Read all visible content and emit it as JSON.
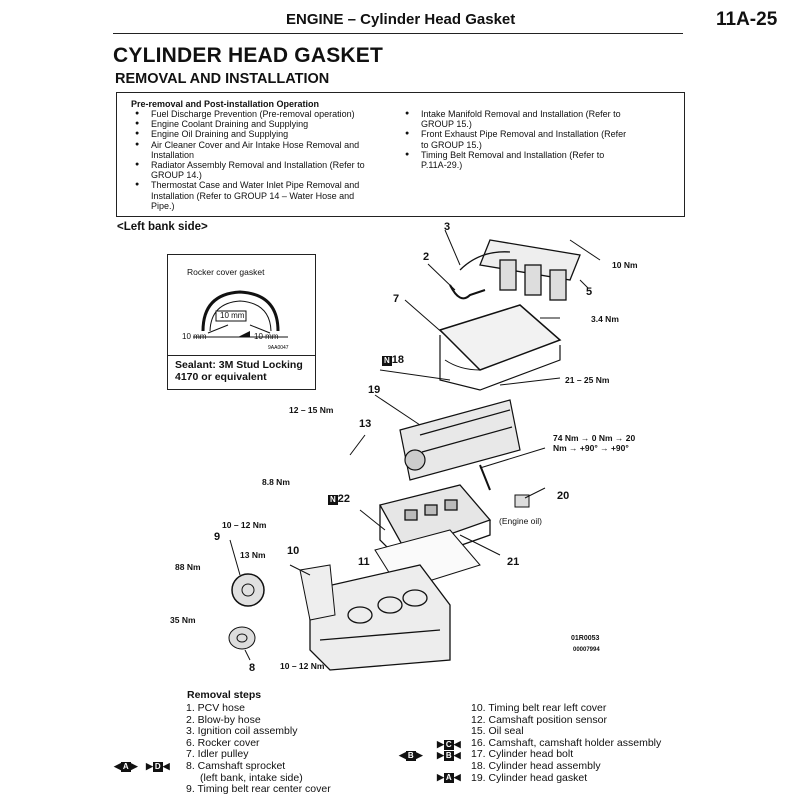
{
  "header": {
    "title": "ENGINE – Cylinder Head Gasket",
    "page": "11A-25"
  },
  "title": "CYLINDER HEAD GASKET",
  "subtitle": "REMOVAL AND INSTALLATION",
  "pre_removal": {
    "heading": "Pre-removal and Post-installation Operation",
    "left": [
      "Fuel Discharge Prevention (Pre-removal operation)",
      "Engine Coolant Draining and Supplying",
      "Engine Oil Draining and Supplying",
      "Air Cleaner Cover and Air Intake Hose Removal and Installation",
      "Radiator Assembly Removal and Installation (Refer to GROUP 14.)",
      "Thermostat Case and Water Inlet Pipe Removal and Installation (Refer to GROUP 14 – Water Hose and Pipe.)"
    ],
    "right": [
      "Intake Manifold Removal and Installation (Refer to GROUP 15.)",
      "Front Exhaust Pipe Removal and Installation (Refer to GROUP 15.)",
      "Timing Belt Removal and Installation (Refer to P.11A-29.)"
    ]
  },
  "section_label": "<Left bank side>",
  "inset": {
    "title": "Rocker cover gasket",
    "dim_top": "10 mm",
    "dim_left": "10 mm",
    "dim_right": "10 mm",
    "code": "9AA0047",
    "sealant": "Sealant: 3M Stud Locking 4170 or equivalent"
  },
  "callouts": {
    "n3": "3",
    "n2": "2",
    "n5": "5",
    "n7": "7",
    "n18": "18",
    "n19": "19",
    "n13": "13",
    "n22": "22",
    "n9": "9",
    "n10": "10",
    "n11": "11",
    "n20": "20",
    "n21": "21",
    "n8": "8",
    "torque_10nm": "10 Nm",
    "torque_34nm": "3.4 Nm",
    "torque_2125": "21 – 25 Nm",
    "torque_1215": "12 – 15 Nm",
    "torque_74a": "74 Nm → 0 Nm → 20",
    "torque_74b": "Nm → +90° → +90°",
    "torque_88": "8.8 Nm",
    "torque_1012a": "10 – 12 Nm",
    "torque_13": "13 Nm",
    "torque_88nm": "88 Nm",
    "torque_35": "35 Nm",
    "torque_1012b": "10 – 12 Nm",
    "engine_oil": "(Engine oil)",
    "tag_N": "N",
    "fig_code1": "01R0053",
    "fig_code2": "00007994"
  },
  "removal": {
    "heading": "Removal steps",
    "left": [
      "1. PCV hose",
      "2. Blow-by hose",
      "3. Ignition coil assembly",
      "6. Rocker cover",
      "7. Idler pulley",
      "8. Camshaft sprocket",
      "(left bank, intake side)",
      "9. Timing belt rear center cover"
    ],
    "right": [
      "10. Timing belt rear left cover",
      "12. Camshaft position sensor",
      "15. Oil seal",
      "16. Camshaft, camshaft holder assembly",
      "17. Cylinder head bolt",
      "18. Cylinder head assembly",
      "19. Cylinder head gasket"
    ],
    "tags": {
      "A_left": "A",
      "D": "D",
      "C": "C",
      "B_left": "B",
      "B_right": "B",
      "A_right": "A"
    }
  }
}
